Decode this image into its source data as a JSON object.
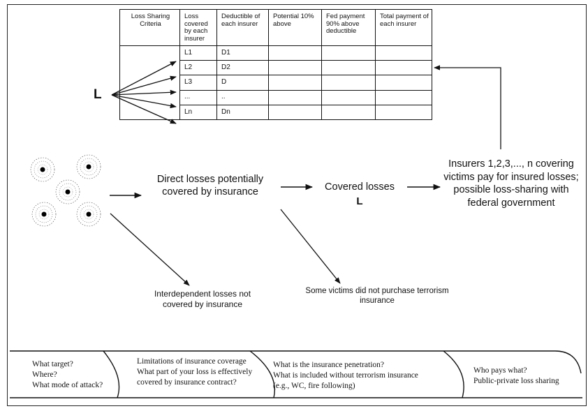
{
  "table": {
    "headers": [
      "Loss Sharing Criteria",
      "Loss covered by each insurer",
      "Deductible of each insurer",
      "Potential 10% above",
      "Fed payment 90% above deductible",
      "Total payment of each insurer"
    ],
    "rows": [
      [
        "L1",
        "D1",
        "",
        "",
        ""
      ],
      [
        "L2",
        "D2",
        "",
        "",
        ""
      ],
      [
        "L3",
        "D",
        "",
        "",
        ""
      ],
      [
        "...",
        "..",
        "",
        "",
        ""
      ],
      [
        "Ln",
        "Dn",
        "",
        "",
        ""
      ]
    ]
  },
  "labels": {
    "total_loss": "L",
    "direct_losses": "Direct losses potentially covered by insurance",
    "covered_losses": "Covered losses",
    "covered_losses_symbol": "L",
    "insurers_pay": "Insurers 1,2,3,..., n covering victims pay for insured losses; possible loss-sharing with federal government",
    "interdependent": "Interdependent losses not covered by insurance",
    "no_purchase": "Some victims did not purchase terrorism insurance"
  },
  "questions": {
    "q1": [
      "What target?",
      "Where?",
      "What mode of attack?"
    ],
    "q2": [
      "Limitations of insurance coverage",
      "What part of your loss is effectively",
      "covered by insurance contract?"
    ],
    "q3": [
      "What is the insurance penetration?",
      "What is included without terrorism insurance",
      "(e.g., WC, fire following)"
    ],
    "q4": [
      "Who pays what?",
      "Public-private loss sharing"
    ]
  }
}
